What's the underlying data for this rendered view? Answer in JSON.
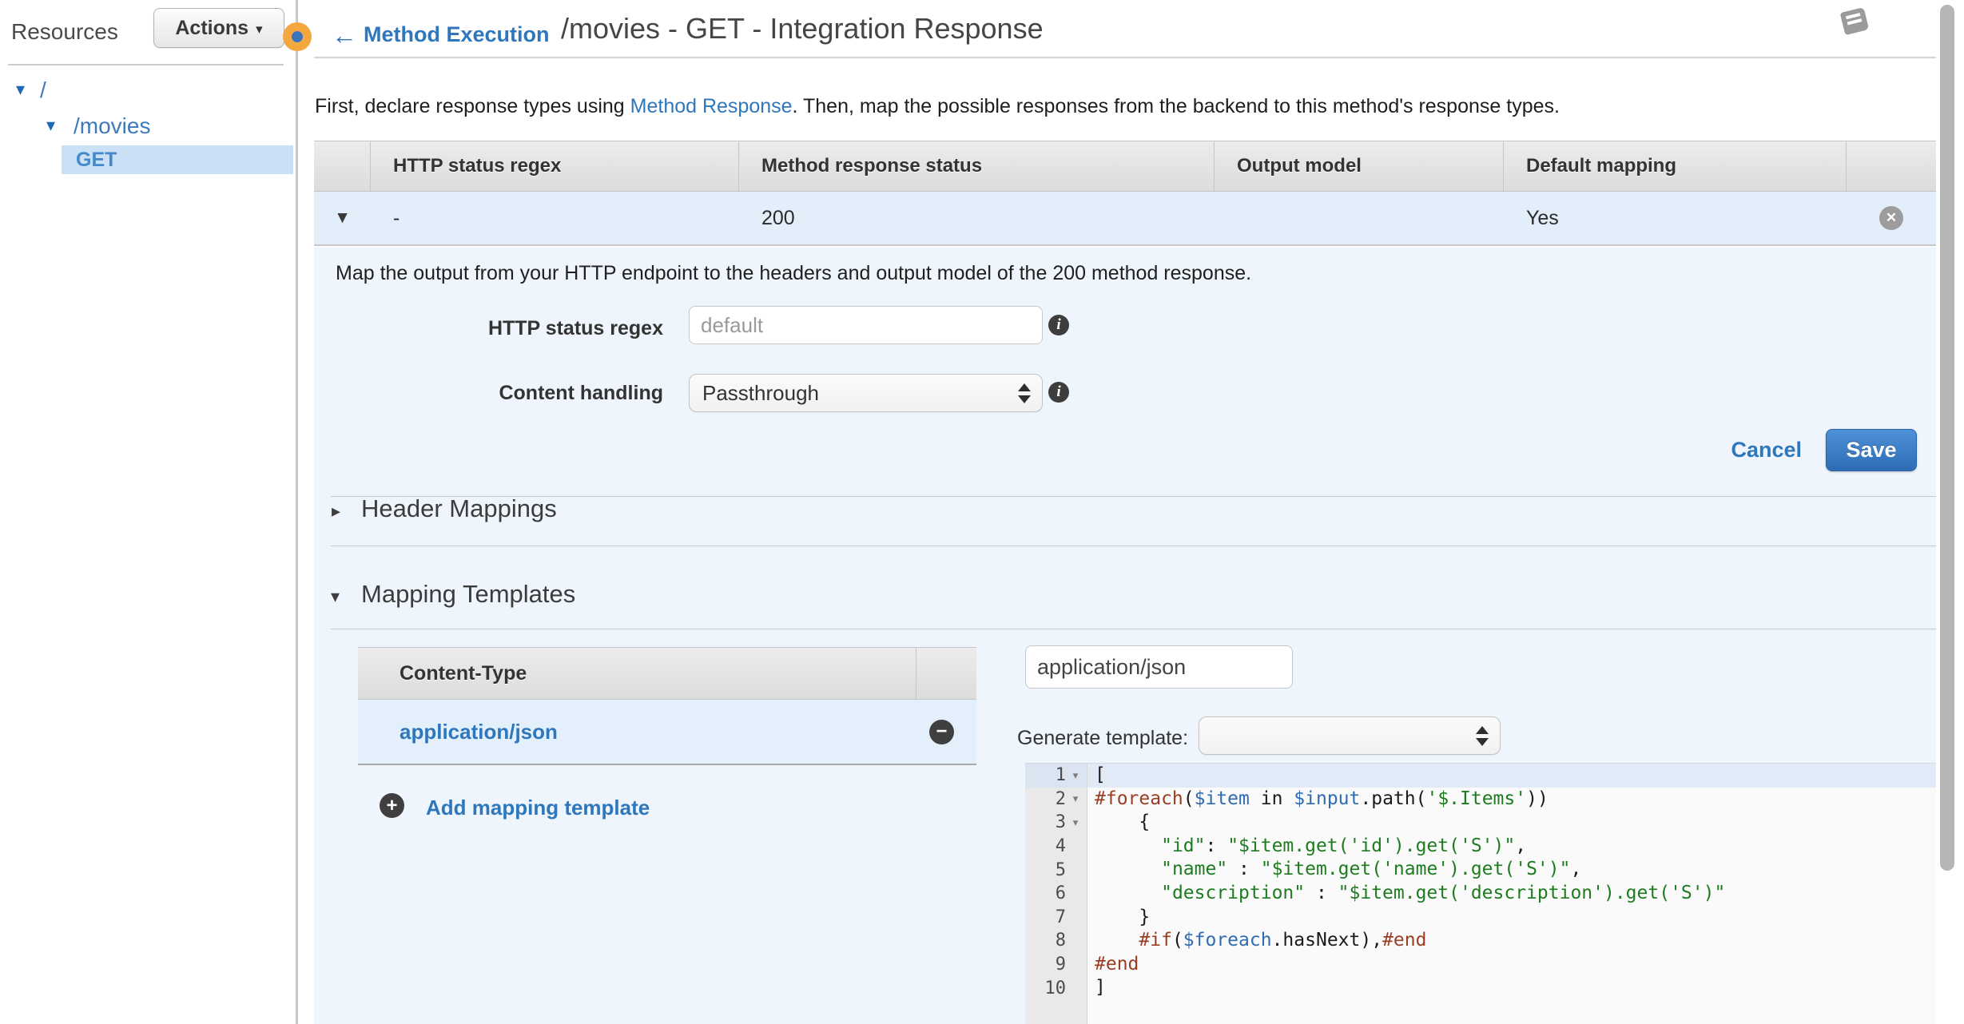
{
  "colors": {
    "accent_blue": "#2e77bc",
    "panel_blue": "#eef5fc",
    "row_blue": "#e2effa",
    "selected_blue": "#c9e0f5",
    "code_keyword": "#9a3d25",
    "code_variable": "#2f6bb0",
    "code_string": "#1e7b20"
  },
  "icons": {
    "back_arrow": "←",
    "caret_down": "▾",
    "caret_right": "▸",
    "table_expand": "▼",
    "button_caret": "▾",
    "info": "i",
    "close": "✕",
    "minus": "−",
    "plus": "+"
  },
  "sidebar": {
    "title": "Resources",
    "actions_button": "Actions",
    "tree": [
      {
        "label": "/"
      },
      {
        "label": "/movies"
      },
      {
        "label": "GET",
        "selected": true
      }
    ]
  },
  "header": {
    "back_link": "Method Execution",
    "title": "/movies - GET - Integration Response"
  },
  "description": {
    "pre": "First, declare response types using ",
    "link": "Method Response",
    "post": ". Then, map the possible responses from the backend to this method's response types."
  },
  "response_table": {
    "columns": [
      "HTTP status regex",
      "Method response status",
      "Output model",
      "Default mapping"
    ],
    "row": {
      "http_status_regex": "-",
      "method_response_status": "200",
      "output_model": "",
      "default_mapping": "Yes"
    }
  },
  "detail": {
    "intro": "Map the output from your HTTP endpoint to the headers and output model of the 200 method response.",
    "fields": [
      {
        "label": "HTTP status regex",
        "placeholder": "default"
      },
      {
        "label": "Content handling",
        "value": "Passthrough"
      }
    ],
    "cancel_label": "Cancel",
    "save_label": "Save"
  },
  "sections": {
    "header_mappings": "Header Mappings",
    "mapping_templates": "Mapping Templates"
  },
  "mapping_templates": {
    "content_type_header": "Content-Type",
    "selected_template": "application/json",
    "add_label": "Add mapping template",
    "content_type_value": "application/json",
    "generate_label": "Generate template:",
    "generate_value": "",
    "editor": {
      "active_line": 1,
      "fold_glyph": "▾",
      "lines": [
        {
          "num": 1,
          "fold": true,
          "tokens": [
            [
              "p",
              "["
            ]
          ]
        },
        {
          "num": 2,
          "fold": true,
          "tokens": [
            [
              "k",
              "#foreach"
            ],
            [
              "p",
              "("
            ],
            [
              "v",
              "$item"
            ],
            [
              "p",
              " in "
            ],
            [
              "v",
              "$input"
            ],
            [
              "p",
              ".path("
            ],
            [
              "s",
              "'$.Items'"
            ],
            [
              "p",
              "))"
            ]
          ]
        },
        {
          "num": 3,
          "fold": true,
          "tokens": [
            [
              "p",
              "    {"
            ]
          ]
        },
        {
          "num": 4,
          "fold": false,
          "tokens": [
            [
              "p",
              "      "
            ],
            [
              "s",
              "\"id\""
            ],
            [
              "p",
              ": "
            ],
            [
              "s",
              "\"$item.get('id').get('S')\""
            ],
            [
              "p",
              ","
            ]
          ]
        },
        {
          "num": 5,
          "fold": false,
          "tokens": [
            [
              "p",
              "      "
            ],
            [
              "s",
              "\"name\""
            ],
            [
              "p",
              " : "
            ],
            [
              "s",
              "\"$item.get('name').get('S')\""
            ],
            [
              "p",
              ","
            ]
          ]
        },
        {
          "num": 6,
          "fold": false,
          "tokens": [
            [
              "p",
              "      "
            ],
            [
              "s",
              "\"description\""
            ],
            [
              "p",
              " : "
            ],
            [
              "s",
              "\"$item.get('description').get('S')\""
            ]
          ]
        },
        {
          "num": 7,
          "fold": false,
          "tokens": [
            [
              "p",
              "    }"
            ]
          ]
        },
        {
          "num": 8,
          "fold": false,
          "tokens": [
            [
              "p",
              "    "
            ],
            [
              "k",
              "#if"
            ],
            [
              "p",
              "("
            ],
            [
              "v",
              "$foreach"
            ],
            [
              "p",
              ".hasNext),"
            ],
            [
              "k",
              "#end"
            ]
          ]
        },
        {
          "num": 9,
          "fold": false,
          "tokens": [
            [
              "k",
              "#end"
            ]
          ]
        },
        {
          "num": 10,
          "fold": false,
          "tokens": [
            [
              "p",
              "]"
            ]
          ]
        }
      ]
    }
  }
}
